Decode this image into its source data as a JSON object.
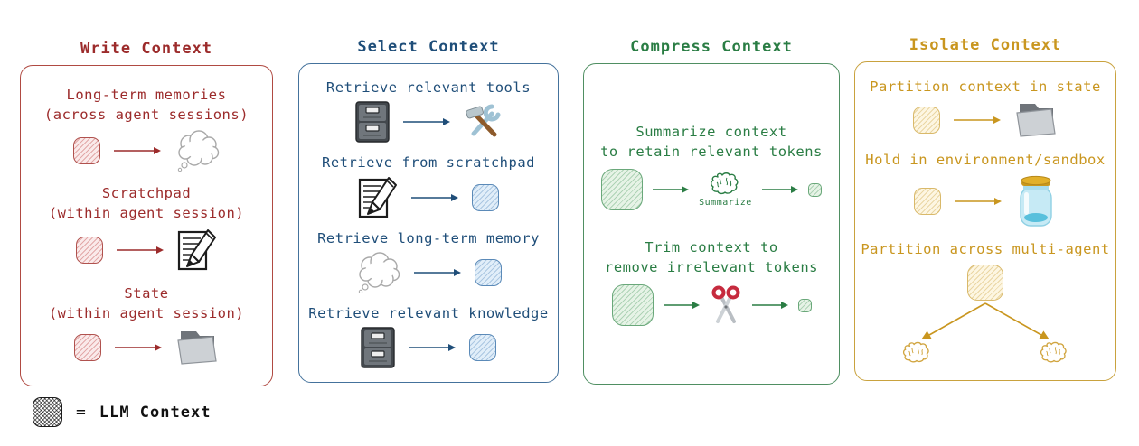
{
  "legend": {
    "symbol": "=",
    "label": "LLM Context",
    "swatch_icon": "llm-context-hatched-square"
  },
  "colors": {
    "write_accent": "#9c2b2b",
    "select_accent": "#1f4e79",
    "compress_accent": "#2a7d44",
    "isolate_accent": "#c9961f",
    "write_square_fill": "#faeaea",
    "select_square_fill": "#e1eef9",
    "compress_square_fill": "#e6f3e6",
    "isolate_square_fill": "#fdf6e2"
  },
  "panels": [
    {
      "id": "write",
      "title": "Write Context",
      "accent": "#9c2b2b",
      "items": [
        {
          "line1": "Long-term memories",
          "line2": "(across agent sessions)",
          "icons": [
            "llm-context-square",
            "arrow-right",
            "thought-cloud"
          ]
        },
        {
          "line1": "Scratchpad",
          "line2": "(within agent session)",
          "icons": [
            "llm-context-square",
            "arrow-right",
            "scratchpad-memo"
          ]
        },
        {
          "line1": "State",
          "line2": "(within agent session)",
          "icons": [
            "llm-context-square",
            "arrow-right",
            "state-folder"
          ]
        }
      ]
    },
    {
      "id": "select",
      "title": "Select Context",
      "accent": "#1f4e79",
      "items": [
        {
          "line1": "Retrieve relevant tools",
          "icons": [
            "file-cabinet",
            "arrow-right",
            "hammer-wrench"
          ]
        },
        {
          "line1": "Retrieve from scratchpad",
          "icons": [
            "scratchpad-memo",
            "arrow-right",
            "llm-context-square"
          ]
        },
        {
          "line1": "Retrieve long-term memory",
          "icons": [
            "thought-cloud",
            "arrow-right",
            "llm-context-square"
          ]
        },
        {
          "line1": "Retrieve relevant knowledge",
          "icons": [
            "file-cabinet",
            "arrow-right",
            "llm-context-square"
          ]
        }
      ]
    },
    {
      "id": "compress",
      "title": "Compress Context",
      "accent": "#2a7d44",
      "items": [
        {
          "line1": "Summarize context",
          "line2": "to retain relevant tokens",
          "step_label": "Summarize",
          "icons": [
            "llm-context-square-large",
            "arrow-right",
            "brain",
            "arrow-right",
            "llm-context-square-small"
          ]
        },
        {
          "line1": "Trim context to",
          "line2": "remove irrelevant tokens",
          "icons": [
            "llm-context-square-large",
            "arrow-right",
            "scissors",
            "arrow-right",
            "llm-context-square-small"
          ]
        }
      ]
    },
    {
      "id": "isolate",
      "title": "Isolate Context",
      "accent": "#c9961f",
      "items": [
        {
          "line1": "Partition context in state",
          "icons": [
            "llm-context-square",
            "arrow-right",
            "state-folder"
          ]
        },
        {
          "line1": "Hold in environment/sandbox",
          "icons": [
            "llm-context-square",
            "arrow-right",
            "sandbox-jar"
          ]
        },
        {
          "line1": "Partition across multi-agent",
          "icons": [
            "llm-context-square",
            "split-arrows",
            "brain",
            "brain"
          ]
        }
      ]
    }
  ]
}
